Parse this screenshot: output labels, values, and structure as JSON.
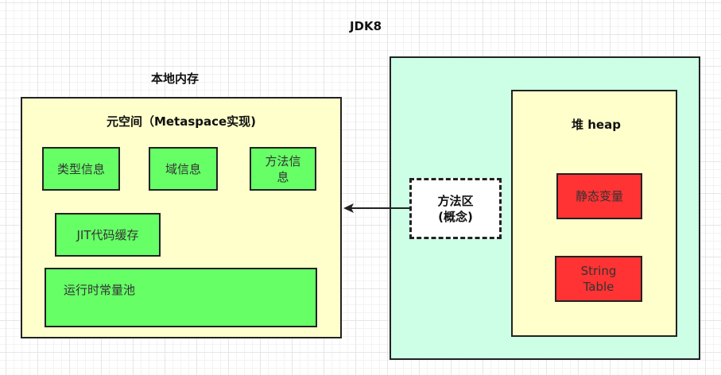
{
  "diagram": {
    "title": "JDK8",
    "native_memory": {
      "label": "本地内存",
      "metaspace_title": "元空间（Metaspace实现)",
      "items": {
        "class_info": "类型信息",
        "field_info": "域信息",
        "method_info": "方法信\n息",
        "jit_cache": "JIT代码缓存",
        "runtime_constant_pool": "运行时常量池"
      }
    },
    "jvm": {
      "method_area": "方法区\n(概念)",
      "heap": {
        "title": "堆 heap",
        "static_vars": "静态变量",
        "string_table": "String\nTable"
      }
    },
    "colors": {
      "yellow": "#ffffcc",
      "teal": "#ccffe6",
      "green": "#66ff66",
      "red": "#ff3333"
    }
  }
}
